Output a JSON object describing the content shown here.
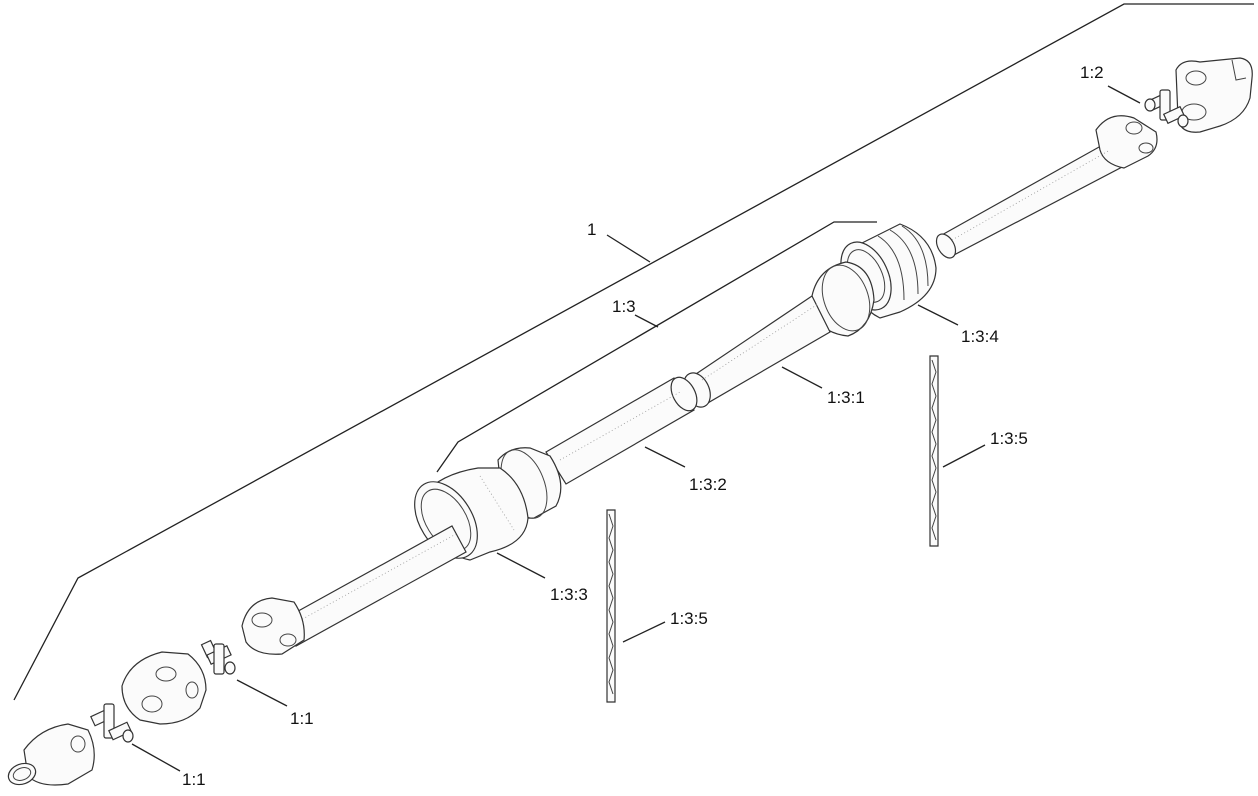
{
  "colors": {
    "line": "#222222",
    "background": "#ffffff"
  },
  "callouts": {
    "assembly": "1",
    "yoke_end_rear": "1:2",
    "shield_assembly": "1:3",
    "bellows": "1:3:4",
    "outer_tube_shield": "1:3:1",
    "inner_tube_shield": "1:3:2",
    "cone_front": "1:3:3",
    "chain_right": "1:3:5",
    "chain_left": "1:3:5",
    "cross_upper": "1:1",
    "cross_lower": "1:1"
  }
}
